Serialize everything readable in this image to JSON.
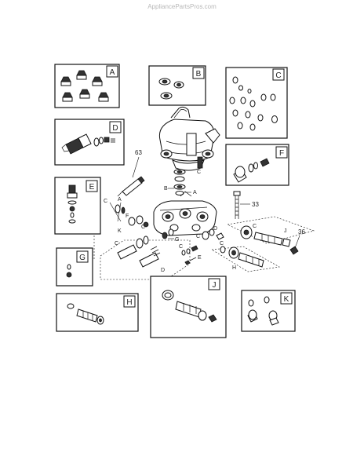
{
  "watermark": "AppliancePartsPros.com",
  "kits": {
    "a": "A",
    "b": "B",
    "c": "C",
    "d": "D",
    "e": "E",
    "f": "F",
    "g": "G",
    "h": "H",
    "j": "J",
    "k": "K"
  },
  "callouts": {
    "n63": "63",
    "n33": "33",
    "n36": "36",
    "c": "C",
    "b": "B",
    "a": "A",
    "f": "F",
    "k": "K",
    "e": "E",
    "g": "G",
    "d": "D",
    "h": "H",
    "j": "J"
  }
}
